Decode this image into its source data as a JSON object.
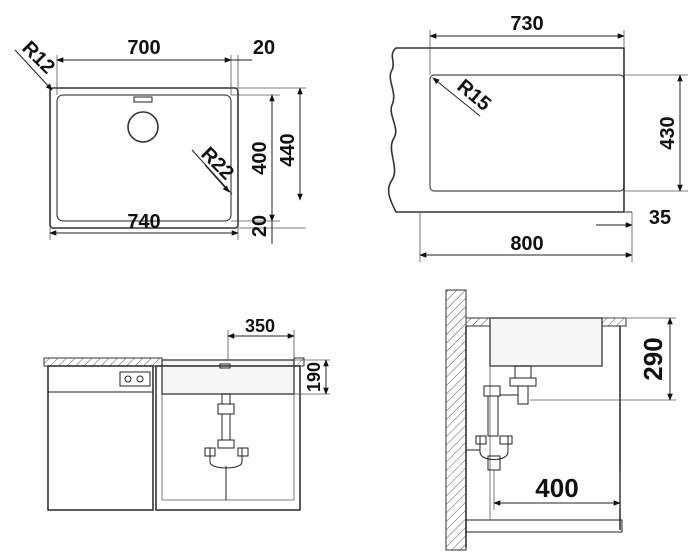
{
  "top_left_view": {
    "radius_outer": "R12",
    "width_inner": "700",
    "flange_top": "20",
    "radius_inner": "R22",
    "depth_inner": "400",
    "depth_outer": "440",
    "width_outer": "740",
    "flange_bottom": "20"
  },
  "top_right_view": {
    "cutout_width": "730",
    "radius": "R15",
    "cutout_depth": "430",
    "cabinet_width": "800",
    "offset": "35"
  },
  "front_view": {
    "bowl_width": "350",
    "bowl_height": "190"
  },
  "side_view": {
    "bowl_depth": "290",
    "waste_distance": "400"
  },
  "colors": {
    "line": "#222222",
    "hatch": "#555555",
    "fill": "#f7f7f7"
  }
}
